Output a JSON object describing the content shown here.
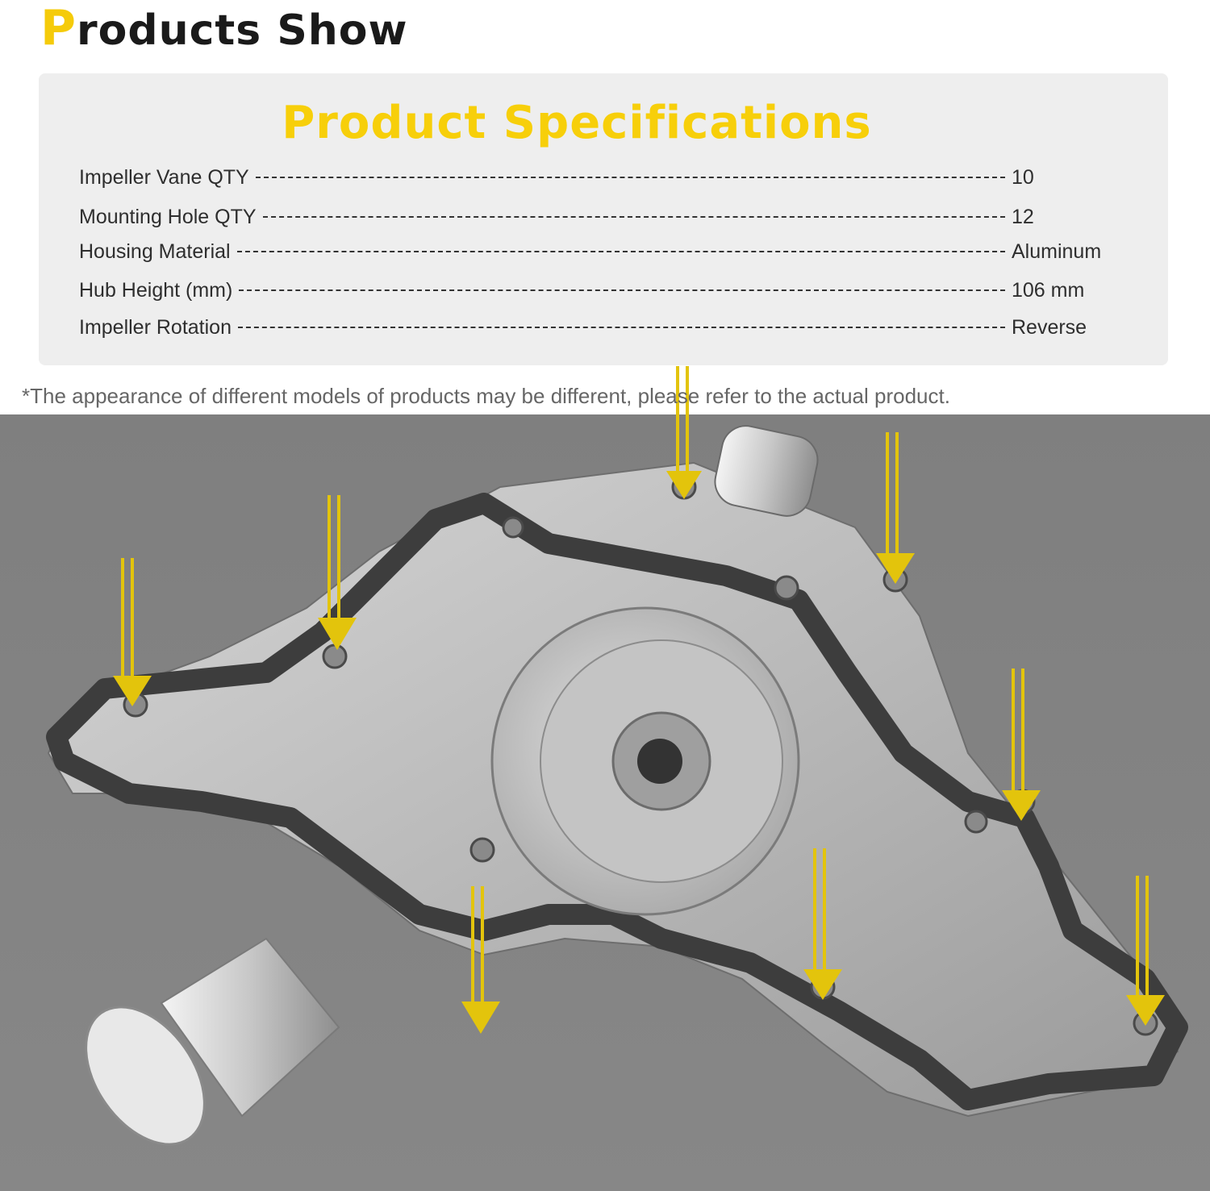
{
  "header": {
    "accent_letter": "P",
    "title_rest": "roducts Show"
  },
  "spec_card": {
    "title": "Product Specifications",
    "rows": [
      {
        "label": "Impeller Vane QTY",
        "value": "10"
      },
      {
        "label": "Mounting Hole QTY",
        "value": "12"
      },
      {
        "label": "Housing Material",
        "value": "Aluminum"
      },
      {
        "label": "Hub Height (mm)",
        "value": "106 mm"
      },
      {
        "label": "Impeller Rotation",
        "value": "Reverse"
      }
    ]
  },
  "disclaimer": "*The appearance of different models of products may be different, please refer to the actual product.",
  "photo": {
    "subject": "water-pump-with-gasket",
    "arrow_color": "#e3c40c"
  }
}
